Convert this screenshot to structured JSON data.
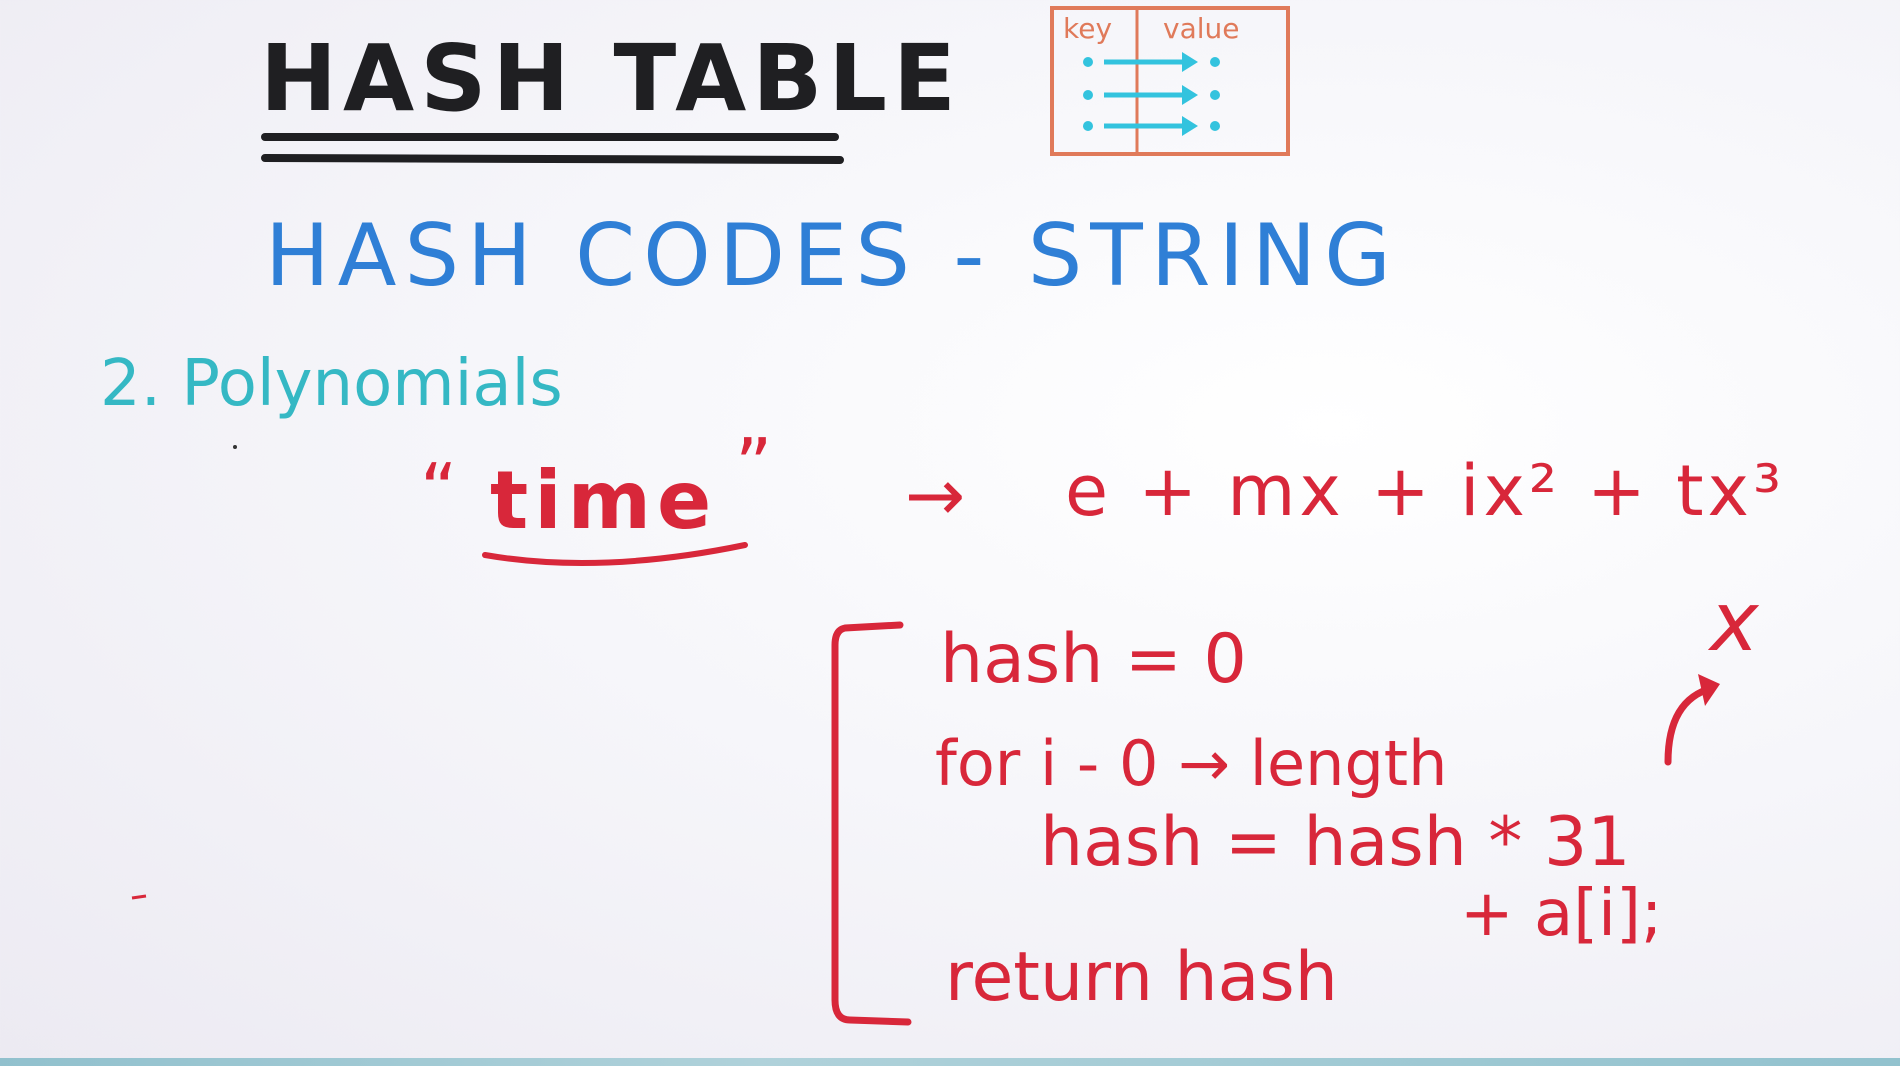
{
  "title": "HASH TABLE",
  "subtitle": "HASH CODES - STRING",
  "diagram": {
    "key_label": "key",
    "value_label": "value",
    "row_count": 3
  },
  "section_heading": "2. Polynomials",
  "example": {
    "word_quote_open": "“",
    "word": "time",
    "word_quote_close": "”",
    "arrow": "→",
    "polynomial": "e + mx + ix² + tx³"
  },
  "pseudocode": {
    "line1": "hash = 0",
    "line2": "for i - 0 → length",
    "line3": "hash = hash * 31",
    "line4": "+ a[i];",
    "line5": "return hash"
  },
  "annotation": {
    "symbol": "x"
  },
  "colors": {
    "black_marker": "#1f1f22",
    "blue_marker": "#2f7fd6",
    "teal_marker": "#35b8c4",
    "red_marker": "#d8273a",
    "orange_marker": "#e07a5a",
    "cyan_marker": "#33c3de"
  }
}
